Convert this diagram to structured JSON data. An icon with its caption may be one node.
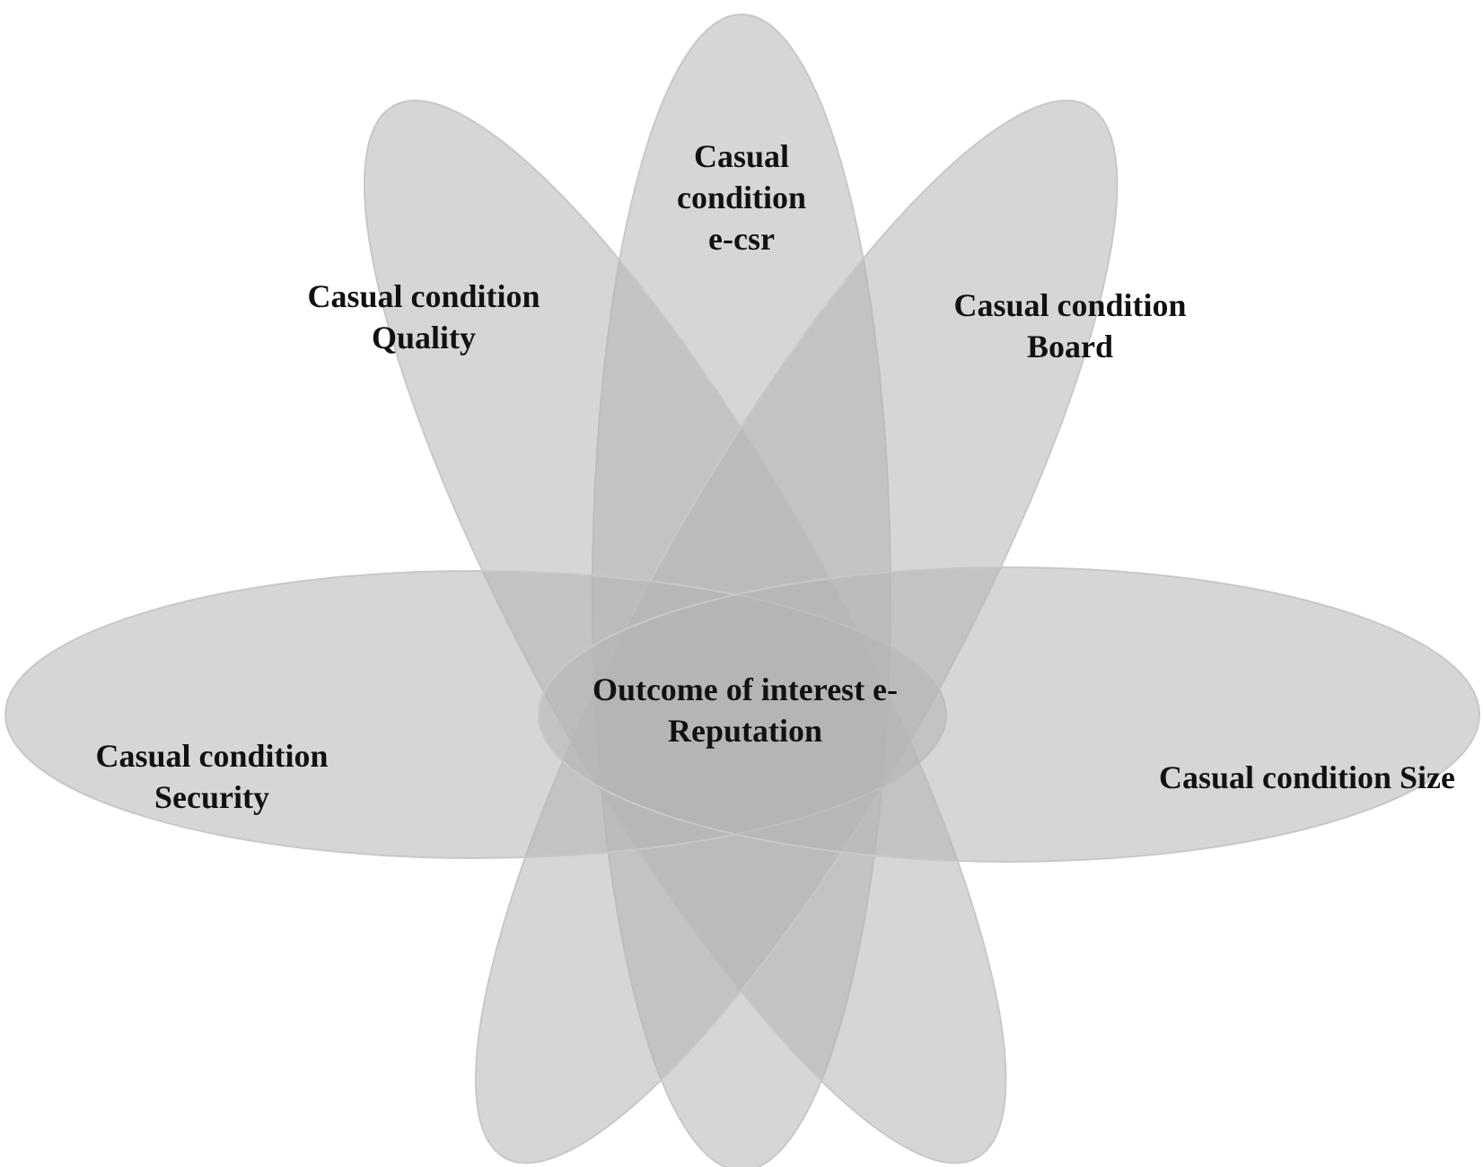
{
  "diagram": {
    "nodes": [
      {
        "text": [
          "Casual condition e-csr"
        ]
      },
      {
        "text": [
          "Casual condition Quality"
        ]
      },
      {
        "text": [
          "Casual condition Board"
        ]
      },
      {
        "text": [
          "Casual condition Security"
        ]
      },
      {
        "text": [
          "Outcome of interest e-Reputation"
        ]
      },
      {
        "text": [
          "Casual condition Size"
        ]
      }
    ]
  }
}
